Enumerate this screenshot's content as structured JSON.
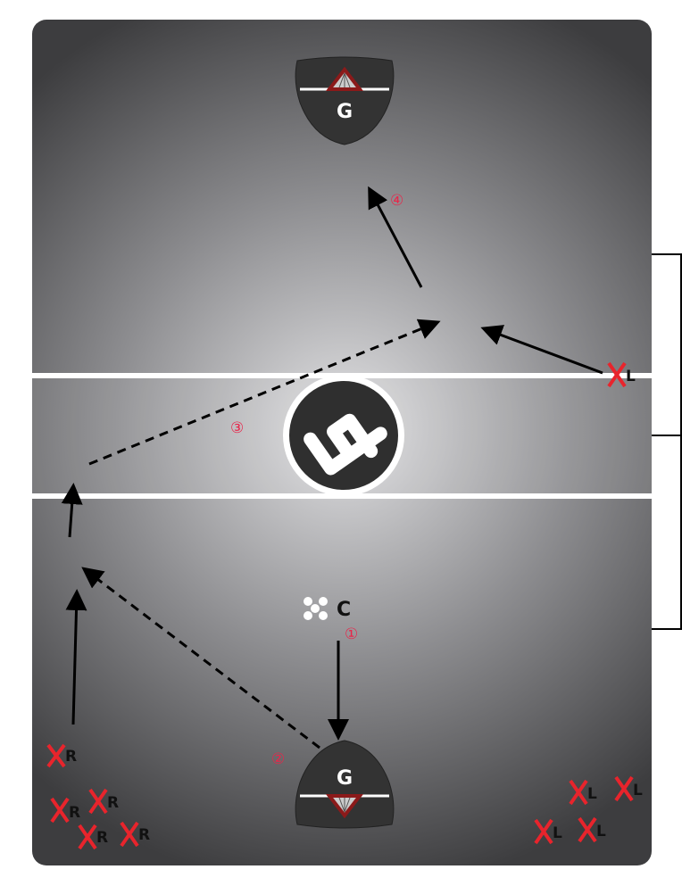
{
  "goals": {
    "top_label": "G",
    "bottom_label": "G"
  },
  "center": {
    "cone_label": "C"
  },
  "players_right": [
    "R",
    "R",
    "R",
    "R",
    "R"
  ],
  "players_left": [
    "L",
    "L",
    "L",
    "L",
    "L"
  ],
  "steps": [
    "①",
    "②",
    "③",
    "④"
  ],
  "colors": {
    "player_x": "#e8242c",
    "step_number": "#e8264a",
    "goal_triangle": "#8b1a1a",
    "goal_body": "#333333"
  }
}
